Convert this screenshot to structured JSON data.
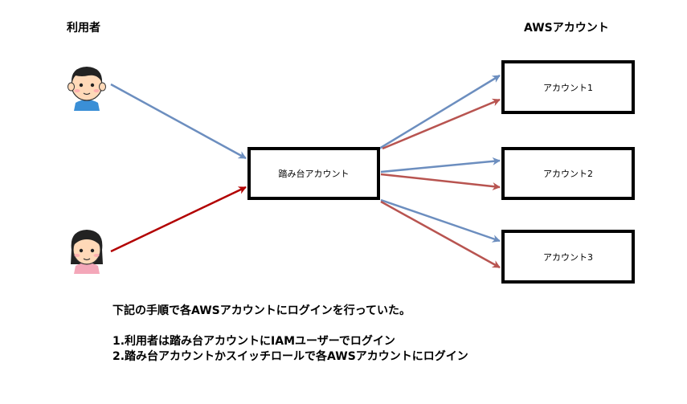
{
  "headings": {
    "users": "利用者",
    "aws": "AWSアカウント"
  },
  "boxes": {
    "bastion": "踏み台アカウント",
    "account1": "アカウント1",
    "account2": "アカウント2",
    "account3": "アカウント3"
  },
  "avatars": {
    "user_male": "male-user-icon",
    "user_female": "female-user-icon"
  },
  "colors": {
    "blue_arrow": "#6c8ebf",
    "dark_red_arrow": "#b20000",
    "red_arrow": "#b85450"
  },
  "note": {
    "line1": "下記の手順で各AWSアカウントにログインを行っていた。",
    "line2": "1.利用者は踏み台アカウントにIAMユーザーでログイン",
    "line3": "2.踏み台アカウントかスイッチロールで各AWSアカウントにログイン"
  }
}
